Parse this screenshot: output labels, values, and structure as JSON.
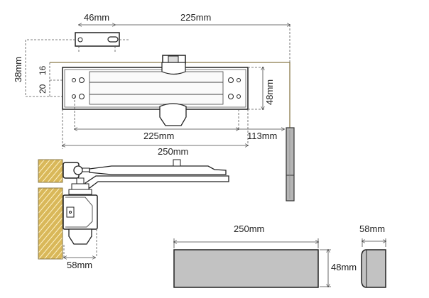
{
  "title": "Door closer dimension drawing",
  "dimensions": {
    "bracket_width": "46mm",
    "bracket_offset": "225mm",
    "bracket_height": "38mm",
    "hole_top": "16",
    "hole_spacing": "20",
    "body_height": "48mm",
    "hole_centres": "225mm",
    "arm_offset": "113mm",
    "body_length": "250mm",
    "side_depth": "58mm",
    "cover_length": "250mm",
    "cover_height": "48mm",
    "cover_depth": "58mm"
  },
  "colors": {
    "wood": "#d9b85a",
    "cover": "#c2c2c2",
    "outline": "#222222",
    "rail": "#8a7a4a"
  }
}
